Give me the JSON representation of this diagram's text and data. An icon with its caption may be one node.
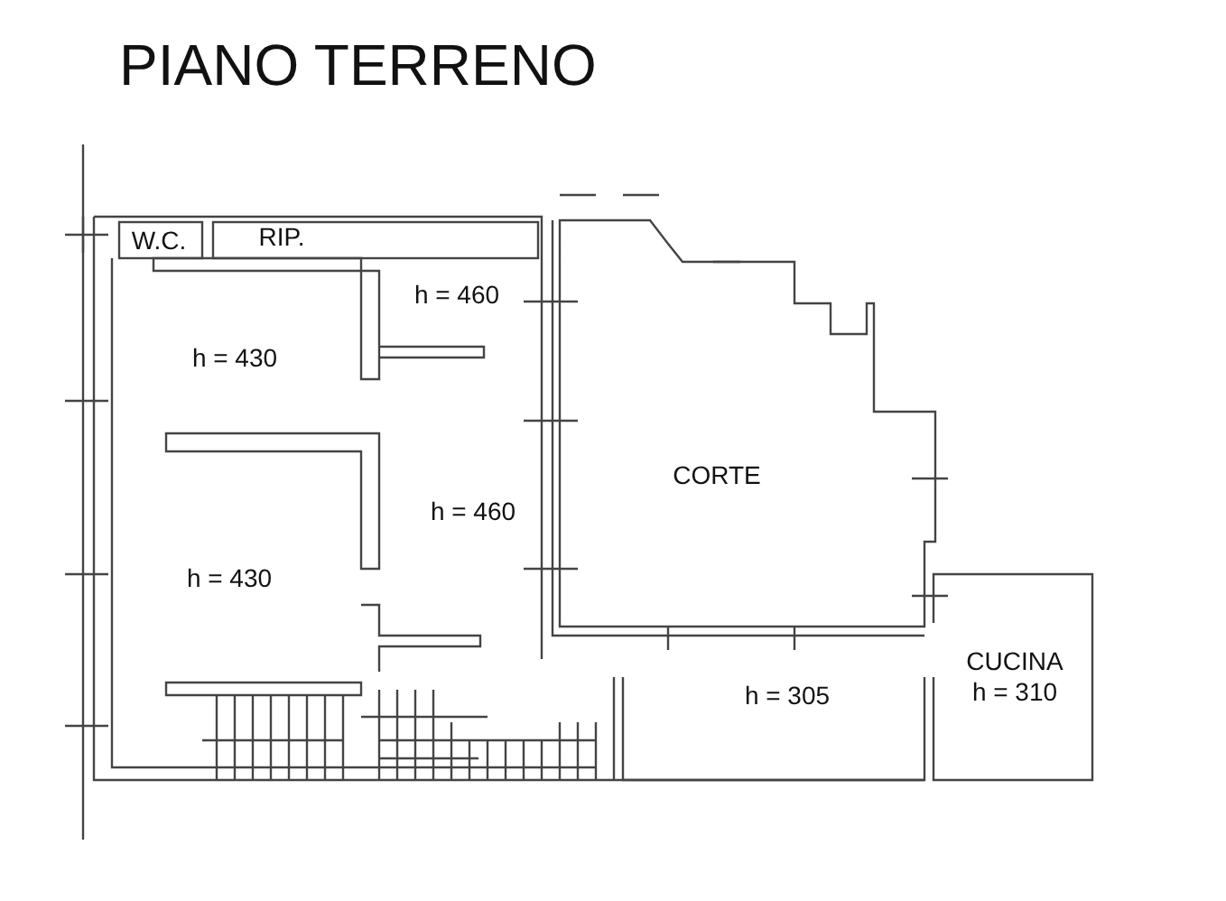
{
  "diagram": {
    "title": "PIANO TERRENO",
    "labels": [
      "W.C.",
      "RIP.",
      "h = 460",
      "h = 430",
      "CORTE",
      "h = 460",
      "h = 430",
      "h = 305",
      "CUCINA",
      "h = 310"
    ]
  }
}
